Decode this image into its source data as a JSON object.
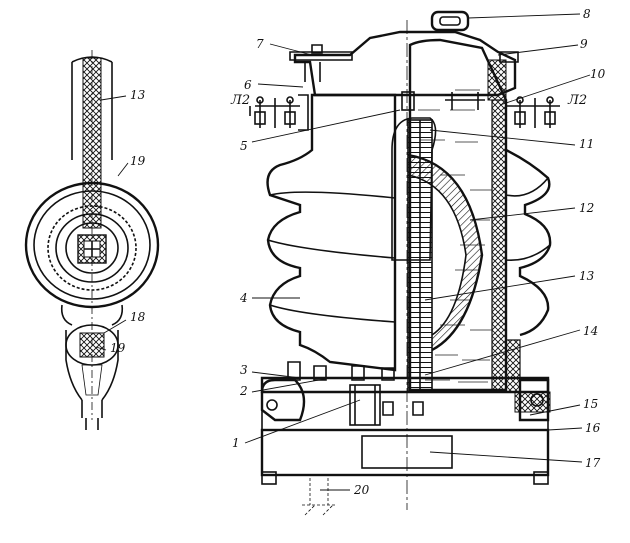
{
  "labels": {
    "l1": "1",
    "l2": "2",
    "l3": "3",
    "l4": "4",
    "l5": "5",
    "l6": "6",
    "l7": "7",
    "l8": "8",
    "l9": "9",
    "l10": "10",
    "l11": "11",
    "l12": "12",
    "l13_main": "13",
    "l13_side": "13",
    "l14": "14",
    "l15": "15",
    "l16": "16",
    "l17": "17",
    "l18": "18",
    "l19_top": "19",
    "l19_bottom": "19",
    "l20": "20",
    "l2_terminal_left": "Л2",
    "l2_terminal_right": "Л2"
  },
  "colors": {
    "ink": "#111111",
    "paper": "#ffffff"
  }
}
